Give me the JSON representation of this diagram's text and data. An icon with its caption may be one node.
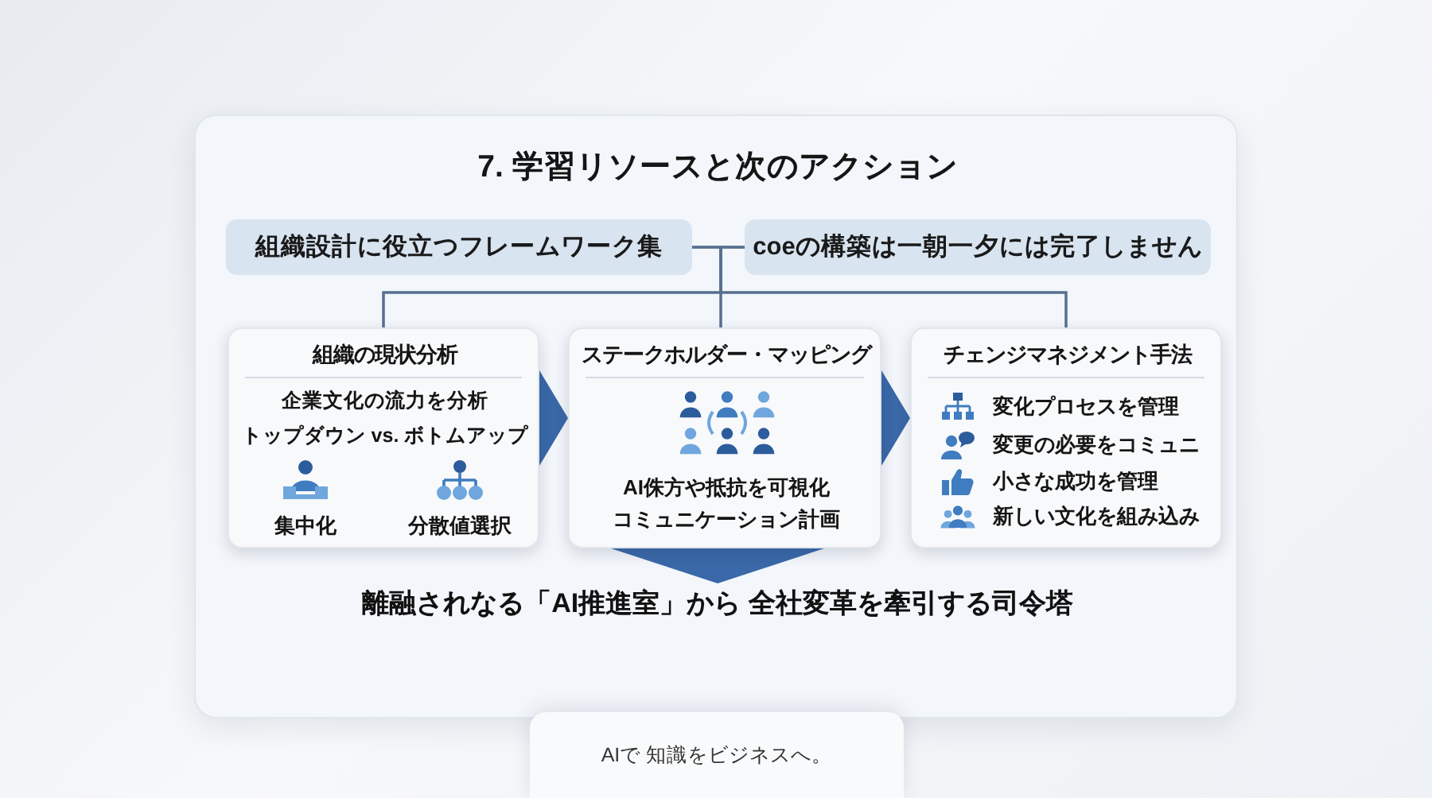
{
  "diagram": {
    "nodes": [
      {
        "text": [
          "7. 学習リソースと次のアクション"
        ]
      },
      {
        "text": [
          "組織設計に役立つフレームワーク集"
        ],
        "in": 0
      },
      {
        "text": [
          "coeの構築は一朝一夕には完了しません"
        ],
        "in": 0
      },
      {
        "text": [
          "組織の現状分析",
          "企業文化の流力を分析",
          "トップダウン vs. ボトムアップ",
          "集中化",
          "分散値選択"
        ],
        "in": 0
      },
      {
        "text": [
          "ステークホルダー・マッピング",
          "AI侏方や抵抗を可視化",
          "コミュニケーション計画"
        ],
        "in": 0
      },
      {
        "text": [
          "チェンジマネジメント手法",
          "変化プロセスを管理",
          "変更の必要をコミュニ",
          "小さな成功を管理",
          "新しい文化を組み込み"
        ],
        "in": 0
      },
      {
        "text": [
          "離融されなる「AI推進室」から 全社変革を牽引する司令塔"
        ],
        "in": 0
      },
      {
        "text": [
          "AIで 知識をビジネスへ。"
        ]
      }
    ],
    "edges": [
      {
        "from": 1,
        "to": 3,
        "arrow": "none"
      },
      {
        "from": 1,
        "to": 4,
        "arrow": "none"
      },
      {
        "from": 1,
        "to": 5,
        "arrow": "none"
      },
      {
        "from": 2,
        "to": 3,
        "arrow": "none"
      },
      {
        "from": 2,
        "to": 4,
        "arrow": "none"
      },
      {
        "from": 2,
        "to": 5,
        "arrow": "none"
      },
      {
        "from": 3,
        "to": 4,
        "arrow": "to",
        "style": "thick",
        "color": "#3a68a8"
      },
      {
        "from": 4,
        "to": 5,
        "arrow": "to",
        "style": "thick",
        "color": "#3a68a8"
      },
      {
        "from": 4,
        "to": 6,
        "arrow": "to",
        "style": "thick",
        "color": "#3a68a8"
      }
    ]
  }
}
